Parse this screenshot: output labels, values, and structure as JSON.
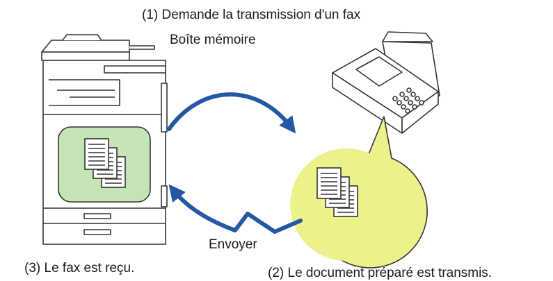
{
  "labels": {
    "request": "(1) Demande la transmission d'un fax",
    "memory_box": "Boîte mémoire",
    "received": "(3) Le fax est reçu.",
    "transmitted": "(2) Le document préparé est transmis.",
    "send": "Envoyer"
  },
  "colors": {
    "arrow": "#2457a4",
    "memory_box_fill": "#c6e3b5",
    "document_bubble_fill": "#eef08c",
    "outline": "#333333"
  },
  "icons": {
    "mfp": "multifunction-printer-icon",
    "fax": "fax-machine-icon",
    "docs": "document-stack-icon"
  }
}
